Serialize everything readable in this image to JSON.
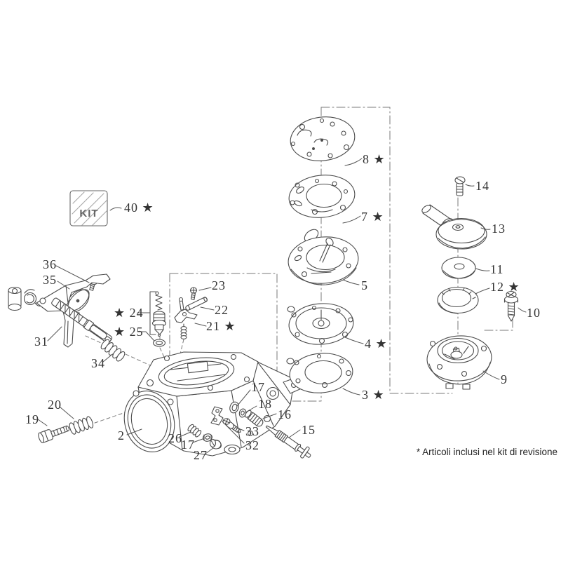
{
  "footnote": "* Articoli inclusi nel kit di revisione",
  "kit_box": {
    "text": "KIT"
  },
  "parts": [
    {
      "label": "40 ★"
    },
    {
      "label": "8 ★"
    },
    {
      "label": "7 ★"
    },
    {
      "label": "5"
    },
    {
      "label": "4 ★"
    },
    {
      "label": "3 ★"
    },
    {
      "label": "14"
    },
    {
      "label": "13"
    },
    {
      "label": "11"
    },
    {
      "label": "12 ★"
    },
    {
      "label": "10"
    },
    {
      "label": "9"
    },
    {
      "label": "36"
    },
    {
      "label": "35"
    },
    {
      "label": "31"
    },
    {
      "label": "34"
    },
    {
      "label": "★ 24"
    },
    {
      "label": "★ 25"
    },
    {
      "label": "23"
    },
    {
      "label": "22"
    },
    {
      "label": "21 ★"
    },
    {
      "label": "19"
    },
    {
      "label": "20"
    },
    {
      "label": "2"
    },
    {
      "label": "26"
    },
    {
      "label": "17"
    },
    {
      "label": "27"
    },
    {
      "label": "33"
    },
    {
      "label": "32"
    },
    {
      "label": "17"
    },
    {
      "label": "18"
    },
    {
      "label": "16"
    },
    {
      "label": "15"
    }
  ]
}
